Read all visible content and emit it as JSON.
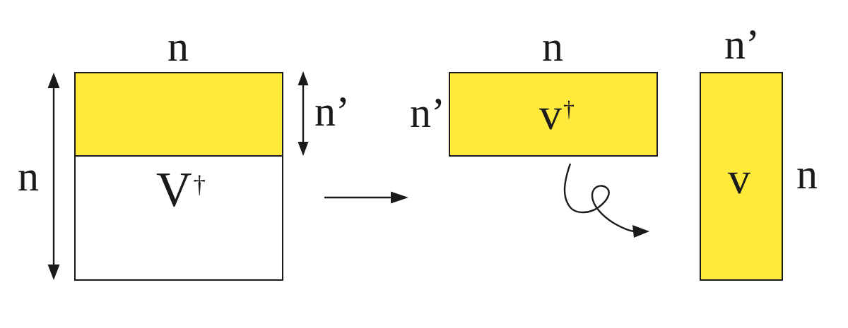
{
  "diagram": {
    "colors": {
      "highlight": "#ffe93b",
      "stroke": "#1a1a1a",
      "background": "#ffffff"
    },
    "left_matrix": {
      "top_dim": "n",
      "side_dim": "n",
      "band_dim": "n’",
      "label_base": "V",
      "label_sup": "†"
    },
    "middle_matrix": {
      "top_dim": "n",
      "side_dim": "n’",
      "label_base": "v",
      "label_sup": "†"
    },
    "right_matrix": {
      "top_dim": "n’",
      "side_dim": "n",
      "label_base": "v"
    },
    "icons": {
      "transform_arrow": "right-arrow",
      "height_arrows": "double-headed-vertical-arrow",
      "extract_arrow": "curly-loop-arrow"
    }
  }
}
